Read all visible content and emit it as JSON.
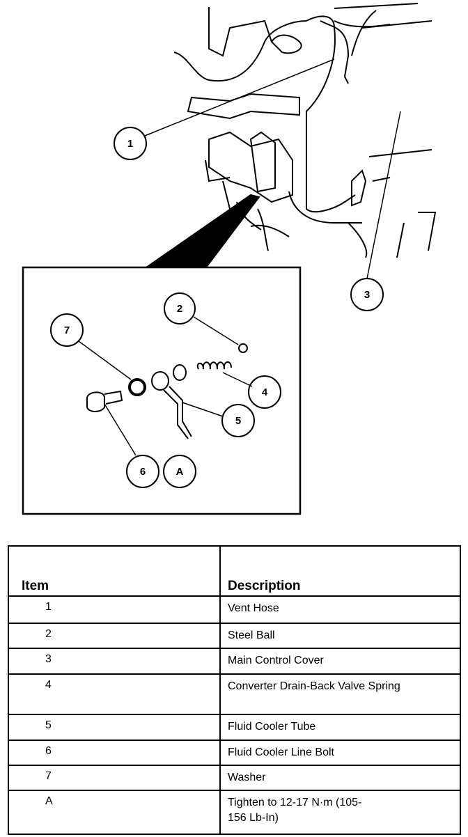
{
  "diagram": {
    "callouts": [
      "1",
      "2",
      "3",
      "4",
      "5",
      "6",
      "7",
      "A"
    ]
  },
  "table": {
    "headers": {
      "item": "Item",
      "description": "Description"
    },
    "rows": [
      {
        "item": "1",
        "description": "Vent Hose"
      },
      {
        "item": "2",
        "description": "Steel Ball"
      },
      {
        "item": "3",
        "description": "Main Control Cover"
      },
      {
        "item": "4",
        "description": "Converter Drain-Back Valve Spring"
      },
      {
        "item": "5",
        "description": "Fluid Cooler Tube"
      },
      {
        "item": "6",
        "description": "Fluid Cooler Line Bolt"
      },
      {
        "item": "7",
        "description": "Washer"
      },
      {
        "item": "A",
        "description": "Tighten to 12-17 N·m (105-156 Lb-In)"
      }
    ]
  }
}
